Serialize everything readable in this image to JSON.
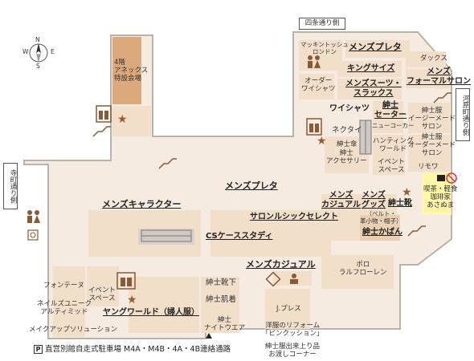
{
  "streets": {
    "top": "四条通り側",
    "right": "河原町通り側",
    "left": "寺町通り側"
  },
  "compass": {
    "n": "N",
    "s": "S",
    "e": "E",
    "w": "W"
  },
  "annex": "4階\nアネックス\n特設会場",
  "shops": {
    "mackintosh": "マッキントッシュ\nロンドン",
    "mens_plater_top": "メンズプレタ",
    "daks": "ダックス",
    "king_size": "キングサイズ",
    "mens_suits": "メンズスーツ・\nスラックス",
    "mens_formal": "メンズ\nフォーマルサロン",
    "order_shirts": "オーダー\nワイシャツ",
    "wishirts": "ワイシャツ",
    "sweater": "紳士\nセーター",
    "newcoat": "ニューコーカー",
    "necktie": "ネクタイ",
    "umbrella": "紳士傘",
    "accessory": "紳士\nアクセサリー",
    "hunting": "ハンティング\nワールド",
    "event_space_r": "イベント\nスペース",
    "easy_order": "紳士服\nイージーメード\nサロン",
    "order_made": "紳士服\nオーダーメード\nサロン",
    "remodel": "リモワ",
    "cafe": "喫茶・軽食\n珈琲家\nあさぬま",
    "mens_plater_mid": "メンズプレタ",
    "mens_casual_r": "メンズ\nカジュアル",
    "mens_goods": "メンズ\nグッズ",
    "goods_detail": "（ベルト・\n革小物・帽子）",
    "bag": "紳士かばん",
    "shoes_r": "紳士靴",
    "mens_character": "メンズキャラクター",
    "salon_select": "サロンルシックセレクト",
    "cs_case": "CSケーススタディ",
    "mens_casual_c": "メンズカジュアル",
    "polo": "ポロ\nラルフローレン",
    "fonte": "フォンテーヌ",
    "nails": "ネイルズユニーク\nアルティミッド",
    "makeup": "メイクアップソリューション",
    "event_space_l": "イベント\nスペース",
    "young_world": "ヤングワールド（婦人服）",
    "shoes_c": "紳士靴下",
    "underwear": "紳士肌着",
    "nightwear": "紳士\nナイトウエア",
    "jpress": "J.プレス",
    "reform": "洋服のリフォーム\n「ピンクッション」",
    "pickup": "紳士服出来上り品\nお渡しコーナー"
  },
  "parking": {
    "mark": "P",
    "text": "直営別館自走式駐車場 M4A・M4B・4A・4B連絡通路"
  },
  "colors": {
    "floor": "#f6ebe0",
    "shop": "#f2dfca",
    "shop_dark": "#eacfb4",
    "annex": "#dca97c",
    "wall": "#b9b2ab",
    "star": "#9a5b2c",
    "icon": "#8a5a34",
    "cafe_bg": "#fff6a8"
  }
}
